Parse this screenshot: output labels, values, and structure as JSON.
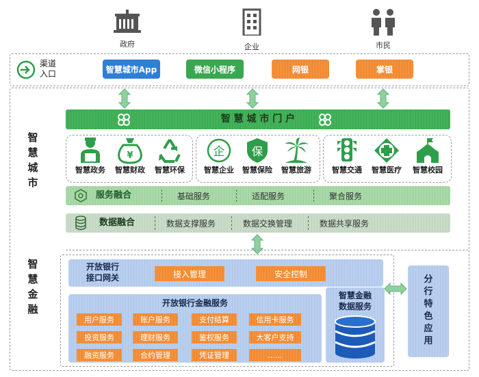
{
  "users": {
    "gov": "政府",
    "enterprise": "企业",
    "citizen": "市民"
  },
  "channel": {
    "label_line1": "渠道",
    "label_line2": "入口",
    "buttons": [
      "智慧城市App",
      "微信小程序",
      "网银",
      "掌银"
    ]
  },
  "smart_city": {
    "side_label": [
      "智",
      "慧",
      "城",
      "市"
    ],
    "portal_title": "智 慧 城 市 门 户",
    "groups": [
      {
        "items": [
          "智慧政务",
          "智慧财政",
          "智慧环保"
        ]
      },
      {
        "items": [
          "智慧企业",
          "智慧保险",
          "智慧旅游"
        ]
      },
      {
        "items": [
          "智慧交通",
          "智慧医疗",
          "智慧校园"
        ]
      }
    ],
    "service_fusion": {
      "title": "服务融合",
      "items": [
        "基础服务",
        "适配服务",
        "聚合服务"
      ]
    },
    "data_fusion": {
      "title": "数据融合",
      "items": [
        "数据支撑服务",
        "数据交换管理",
        "数据共享服务"
      ]
    }
  },
  "smart_finance": {
    "side_label": [
      "智",
      "慧",
      "金",
      "融"
    ],
    "gateway": {
      "title_line1": "开放银行",
      "title_line2": "接口网关",
      "items": [
        "接入管理",
        "安全控制"
      ]
    },
    "financial_services": {
      "title": "开放银行金融服务",
      "rows": [
        [
          "用户服务",
          "账户服务",
          "支付结算",
          "信用卡服务"
        ],
        [
          "投资服务",
          "理财服务",
          "鉴权服务",
          "大客户支持"
        ],
        [
          "融资服务",
          "合约管理",
          "凭证管理",
          "……"
        ]
      ]
    },
    "data_services": {
      "line1": "智慧金融",
      "line2": "数据服务"
    },
    "branch_app": [
      "分",
      "行",
      "特",
      "色",
      "应",
      "用"
    ]
  },
  "colors": {
    "accent_green": "#43b35a",
    "accent_blue": "#2f7fd6",
    "accent_orange": "#f5913a"
  }
}
